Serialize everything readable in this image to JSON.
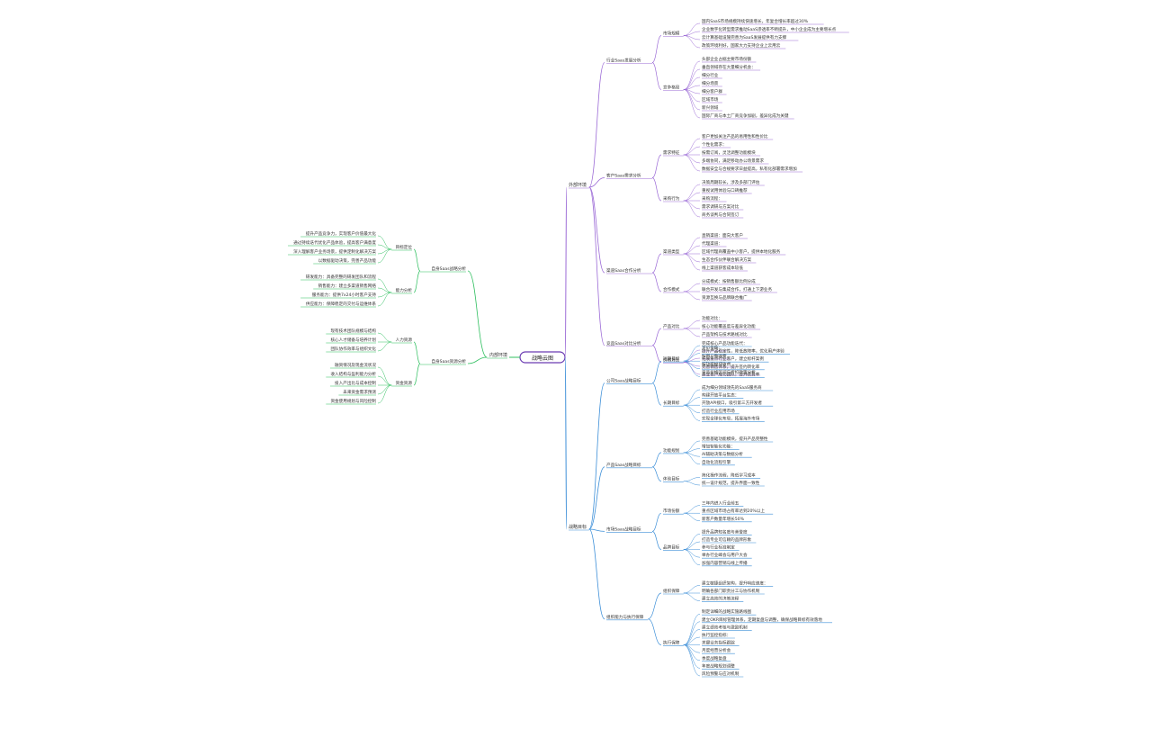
{
  "colors": {
    "purple": "#9b6ad6",
    "blue": "#3d8fd8",
    "green": "#2fbf5f",
    "root_border": "#6a3ab2"
  },
  "root": "战略云图",
  "branches": {
    "left": {
      "label": "内部环境",
      "subs": [
        {
          "label": "自身Saas战略分析",
          "groups": [
            {
              "label": "目标定位",
              "leaves": [
                "提升产品竞争力，实现客户价值最大化",
                "通过持续迭代优化产品体验，提高客户满意度",
                "深入理解客户业务场景，提供定制化解决方案",
                "以数据驱动决策，完善产品功能"
              ]
            },
            {
              "label": "能力分析",
              "leaves": [
                "研发能力：具备完整的研发团队和流程",
                "销售能力：建立多渠道销售网络",
                "服务能力：提供7x24小时客户支持",
                "供应能力：保障稳定的交付与运维体系"
              ]
            }
          ]
        },
        {
          "label": "自身Saas资源分析",
          "groups": [
            {
              "label": "人力资源",
              "leaves": [
                "现有技术团队规模与结构",
                "核心人才储备与培养计划",
                "团队协作效率与组织文化"
              ]
            },
            {
              "label": "资金资源",
              "leaves": [
                "融资情况及现金流状况",
                "收入结构与盈利能力分析",
                "投入产出比与成本控制",
                "未来资金需求预测",
                "资金使用规划与风险控制"
              ]
            }
          ]
        }
      ]
    },
    "right_top": {
      "label": "外部环境",
      "subs": [
        {
          "label": "行业Saas发展分析",
          "groups": [
            {
              "label": "市场规模",
              "leaves": [
                "国内SaaS市场规模持续快速增长，年复合增长率超过30%",
                "企业数字化转型需求推动SaaS渗透率不断提升，中小企业成为主要增长点",
                "云计算基础设施完善为SaaS发展提供有力支撑",
                "政策环境利好，国家大力支持企业上云用云"
              ]
            },
            {
              "label": "竞争格局",
              "leaves": [
                "头部企业占据主要市场份额",
                "垂直领域存在大量细分机会：",
                "细分行业",
                "细分场景",
                "细分客户群",
                "区域市场",
                "新兴领域",
                "国际厂商与本土厂商竞争加剧，差异化成为关键"
              ]
            }
          ]
        },
        {
          "label": "客户Saas需求分析",
          "groups": [
            {
              "label": "需求特征",
              "leaves": [
                "客户更加关注产品的易用性和性价比",
                "个性化需求：",
                "按需订阅，灵活调整功能模块",
                "多端协同，满足移动办公场景需求",
                "数据安全与合规要求日益提高，私有化部署需求增加"
              ]
            },
            {
              "label": "采购行为",
              "leaves": [
                "决策周期较长，涉及多部门评估",
                "重视试用体验与口碑推荐",
                "采购流程：",
                "需求调研与方案对比",
                "商务谈判与合同签订"
              ]
            }
          ]
        },
        {
          "label": "渠道Saas合作分析",
          "groups": [
            {
              "label": "渠道类型",
              "leaves": [
                "直销渠道：面向大客户",
                "代理渠道：",
                "区域代理商覆盖中小客户，提供本地化服务",
                "生态合作伙伴联合解决方案",
                "线上渠道获客成本较低"
              ]
            },
            {
              "label": "合作模式",
              "leaves": [
                "分成模式：按销售额比例分成",
                "联合开发与集成合作，打通上下游业务",
                "资源互换与品牌联合推广"
              ]
            }
          ]
        },
        {
          "label": "竞品Saas对比分析",
          "groups": [
            {
              "label": "产品对比",
              "leaves": [
                "功能对比：",
                "核心功能覆盖度与差异化功能",
                "产品架构与技术路线对比"
              ]
            },
            {
              "label": "价格对比",
              "leaves": [
                "定价策略：",
                "按用户数收费",
                "按功能模块收费",
                "竞品价格区间与折扣政策分析"
              ]
            }
          ]
        }
      ]
    },
    "right_bottom": {
      "label": "战略目标",
      "subs": [
        {
          "label": "公司Saas战略目标",
          "groups": [
            {
              "label": "短期目标",
              "leaves": [
                "完成核心产品功能迭代：",
                "提升产品稳定性，降低故障率，优化用户体验",
                "拓展重点行业客户，建立标杆案例",
                "完善销售体系，提升签约转化率",
                "建立客户成功团队，提升续费率"
              ]
            },
            {
              "label": "长期目标",
              "leaves": [
                "成为细分领域领先的SaaS服务商",
                "构建开放平台生态：",
                "开放API接口，吸引第三方开发者",
                "打造行业应用市场",
                "实现全球化布局，拓展海外市场"
              ]
            }
          ]
        },
        {
          "label": "产品Saas战略目标",
          "groups": [
            {
              "label": "功能规划",
              "leaves": [
                "完善基础功能模块，提升产品完整性",
                "增加智能化功能：",
                "AI辅助决策与数据分析",
                "自动化流程引擎"
              ]
            },
            {
              "label": "体验目标",
              "leaves": [
                "简化操作流程，降低学习成本",
                "统一设计规范，提升界面一致性"
              ]
            }
          ]
        },
        {
          "label": "市场Saas战略目标",
          "groups": [
            {
              "label": "市场份额",
              "leaves": [
                "三年内进入行业前五",
                "重点区域市场占有率达到20%以上",
                "新客户数量年增长50%"
              ]
            },
            {
              "label": "品牌目标",
              "leaves": [
                "提升品牌知名度与美誉度",
                "打造专业可信赖的品牌形象",
                "参与行业标准制定",
                "举办行业峰会与用户大会",
                "加强内容营销与线上传播"
              ]
            }
          ]
        },
        {
          "label": "组织能力与执行保障",
          "groups": [
            {
              "label": "组织保障",
              "leaves": [
                "建立敏捷组织架构，提升响应速度：",
                "明确各部门职责分工与协作机制",
                "建立高效的决策流程"
              ]
            },
            {
              "label": "执行保障",
              "leaves": [
                "制定详细的战略实施路线图",
                "建立OKR目标管理体系，定期复盘与调整，确保战略目标有效落地",
                "建立绩效考核与激励机制",
                "执行监控指标：",
                "关键业务指标跟踪",
                "月度经营分析会",
                "季度战略复盘",
                "年度战略规划调整",
                "风险预警与应对机制"
              ]
            }
          ]
        }
      ]
    }
  }
}
